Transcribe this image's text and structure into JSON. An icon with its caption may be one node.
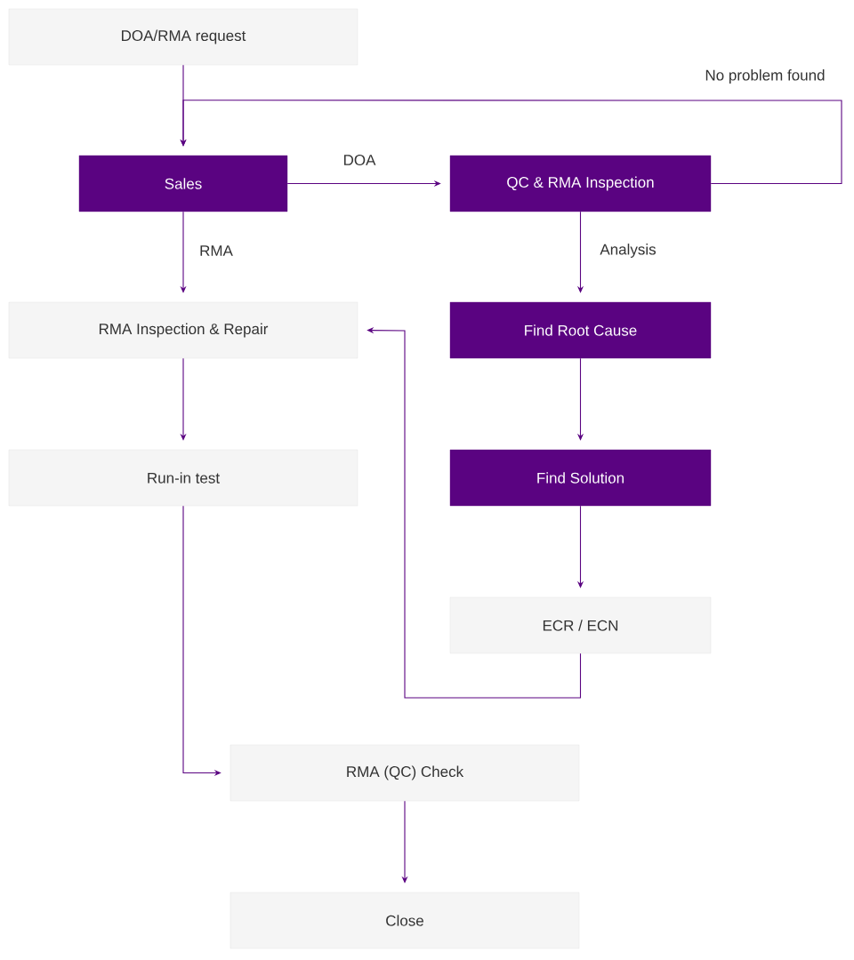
{
  "diagram": {
    "nodes": [
      {
        "text": [
          "DOA/RMA request"
        ]
      },
      {
        "text": [
          "Sales"
        ]
      },
      {
        "text": [
          "QC & RMA Inspection"
        ]
      },
      {
        "text": [
          "RMA Inspection & Repair"
        ]
      },
      {
        "text": [
          "Find Root Cause"
        ]
      },
      {
        "text": [
          "Run-in test"
        ]
      },
      {
        "text": [
          "Find Solution"
        ]
      },
      {
        "text": [
          "ECR / ECN"
        ]
      },
      {
        "text": [
          "RMA (QC) Check"
        ]
      },
      {
        "text": [
          "Close"
        ]
      }
    ],
    "edges": [
      {
        "from": 0,
        "to": 1,
        "arrow": "to"
      },
      {
        "from": 1,
        "to": 2,
        "arrow": "to",
        "label": "DOA"
      },
      {
        "from": 2,
        "to": 1,
        "arrow": "to",
        "label": "No problem found"
      },
      {
        "from": 1,
        "to": 3,
        "arrow": "to",
        "label": "RMA"
      },
      {
        "from": 2,
        "to": 4,
        "arrow": "to",
        "label": "Analysis"
      },
      {
        "from": 3,
        "to": 5,
        "arrow": "to"
      },
      {
        "from": 4,
        "to": 6,
        "arrow": "to"
      },
      {
        "from": 6,
        "to": 7,
        "arrow": "to"
      },
      {
        "from": 7,
        "to": 3,
        "arrow": "to"
      },
      {
        "from": 5,
        "to": 8,
        "arrow": "to"
      },
      {
        "from": 8,
        "to": 9,
        "arrow": "to"
      }
    ]
  }
}
